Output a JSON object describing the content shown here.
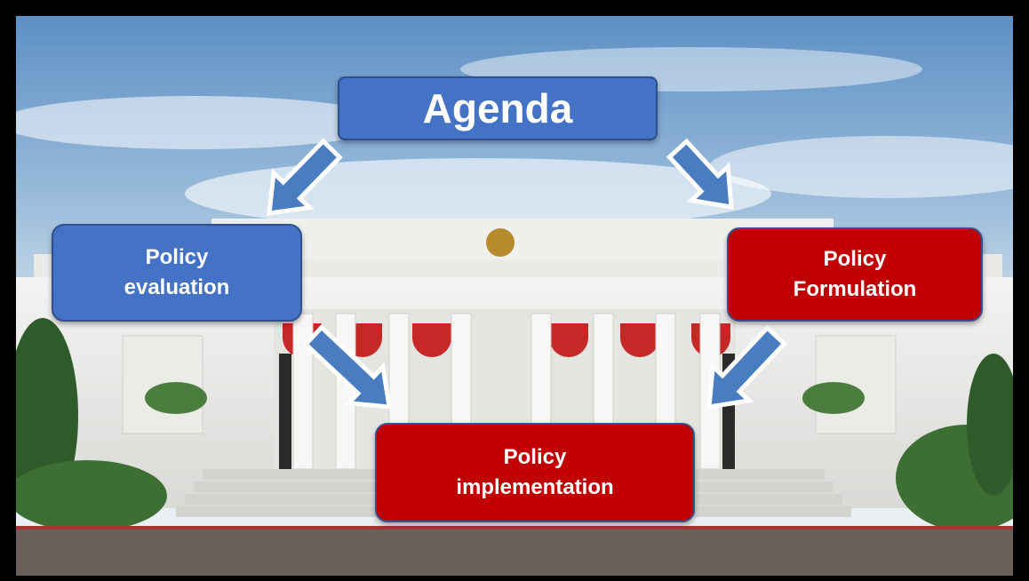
{
  "diagram": {
    "nodes": {
      "agenda": {
        "label": "Agenda",
        "color": "#4472c4"
      },
      "evaluation": {
        "label": "Policy\nevaluation",
        "color": "#4472c4"
      },
      "formulation": {
        "label": "Policy\nFormulation",
        "color": "#c00000"
      },
      "implementation": {
        "label": "Policy\nimplementation",
        "color": "#c00000"
      }
    },
    "edges": [
      {
        "from": "agenda",
        "to": "formulation"
      },
      {
        "from": "formulation",
        "to": "implementation"
      },
      {
        "from": "evaluation",
        "to": "implementation"
      },
      {
        "from": "agenda",
        "to": "evaluation"
      }
    ],
    "colors": {
      "arrow_fill": "#4a7cc0",
      "arrow_outline": "#ffffff",
      "frame": "#000000"
    },
    "background": "palace-photo"
  }
}
